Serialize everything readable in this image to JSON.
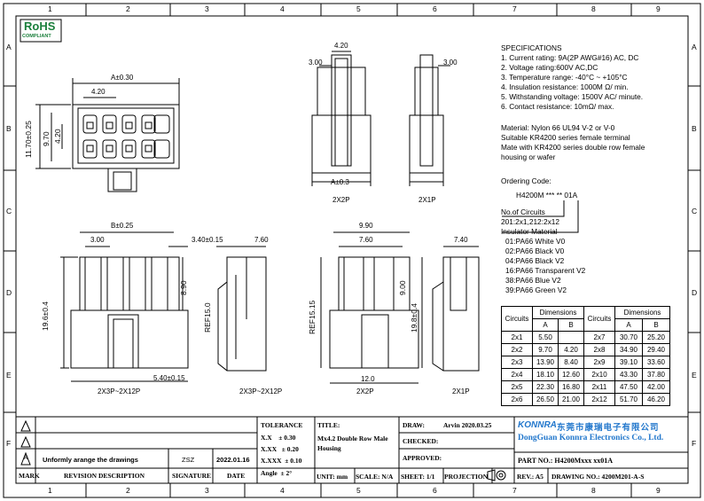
{
  "grid": {
    "cols": [
      "1",
      "2",
      "3",
      "4",
      "5",
      "6",
      "7",
      "8",
      "9"
    ],
    "rows": [
      "A",
      "B",
      "C",
      "D",
      "E",
      "F"
    ]
  },
  "rohs": {
    "title": "RoHS",
    "sub": "COMPLIANT"
  },
  "dims": {
    "a030": "A±0.30",
    "d420a": "4.20",
    "d1170": "11.70±0.25",
    "d970": "9.70",
    "d420b": "4.20",
    "d420top": "4.20",
    "d300a": "3.00",
    "d300b": "3.00",
    "a03": "A±0.3",
    "v2x2p": "2X2P",
    "v2x1p": "2X1P",
    "b025": "B±0.25",
    "d300c": "3.00",
    "d340": "3.40±0.15",
    "d760a": "7.60",
    "d990": "9.90",
    "d760b": "7.60",
    "d740": "7.40",
    "d890": "8.90",
    "d196a": "19.6±0.4",
    "ref150": "REF15.0",
    "ref1515": "REF15.15",
    "d900": "9.00",
    "d198": "19.8±0.4",
    "d540": "5.40±0.15",
    "d120": "12.0",
    "lbl2x3p_a": "2X3P~2X12P",
    "lbl2x3p_b": "2X3P~2X12P",
    "lbl2x2p": "2X2P",
    "lbl2x1p": "2X1P"
  },
  "spec": {
    "title": "SPECIFICATIONS",
    "lines": [
      "1. Current rating: 9A(2P AWG#16) AC, DC",
      "2. Voltage rating:600V AC,DC",
      "3. Temperature range: -40°C ~ +105°C",
      "4. Insulation resistance: 1000M Ω/ min.",
      "5. Withstanding voltage: 1500V AC/ minute.",
      "6. Contact resistance: 10mΩ/ max."
    ],
    "material": [
      "Material: Nylon 66 UL94 V-2 or V-0",
      "Suitable KR4200 series female terminal",
      "Mate with KR4200 series double row female",
      "housing or wafer"
    ],
    "ordering_title": "Ordering Code:",
    "code": "H4200M *** ** 01A",
    "circuits_title": "No.of Circuits",
    "circuits_desc": "201:2x1,212:2x12",
    "insulator_title": "Insulator Material",
    "materials": [
      "01:PA66 White V0",
      "02:PA66 Black V0",
      "04:PA66 Black V2",
      "16:PA66 Transparent V2",
      "38:PA66 Blue V2",
      "39:PA66 Green V2"
    ]
  },
  "dim_table": {
    "h_circuits": "Circuits",
    "h_dimensions": "Dimensions",
    "h_a": "A",
    "h_b": "B",
    "rows": [
      [
        "2x1",
        "5.50",
        "",
        "2x7",
        "30.70",
        "25.20"
      ],
      [
        "2x2",
        "9.70",
        "4.20",
        "2x8",
        "34.90",
        "29.40"
      ],
      [
        "2x3",
        "13.90",
        "8.40",
        "2x9",
        "39.10",
        "33.60"
      ],
      [
        "2x4",
        "18.10",
        "12.60",
        "2x10",
        "43.30",
        "37.80"
      ],
      [
        "2x5",
        "22.30",
        "16.80",
        "2x11",
        "47.50",
        "42.00"
      ],
      [
        "2x6",
        "26.50",
        "21.00",
        "2x12",
        "51.70",
        "46.20"
      ]
    ]
  },
  "title_block": {
    "rev_mark": "A",
    "rev_desc": "Unformly arange the drawings",
    "rev_sig": "ZSZ",
    "rev_date": "2022.01.16",
    "h_mark": "MARK",
    "h_rev": "REVISION DESCRIPTION",
    "h_sig": "SIGNATURE",
    "h_date": "DATE",
    "tol_title": "TOLERANCE",
    "tol1": "X.X    ± 0.30",
    "tol2": "X.XX   ± 0.20",
    "tol3": "X.XXX  ± 0.10",
    "tol4": "Angle  ± 2°",
    "title_lbl": "TITLE:",
    "title_val": "Mx4.2 Double Row Male Housing",
    "unit": "UNIT: mm",
    "scale": "SCALE: N/A",
    "draw_lbl": "DRAW:",
    "draw_val": "Arvin 2020.03.25",
    "checked": "CHECKED:",
    "approved": "APPROVED:",
    "sheet": "SHEET: 1/1",
    "projection": "PROJECTION",
    "company_brand": "KONNRA",
    "company_cn": "东莞市康瑞电子有限公司",
    "company_en": "DongGuan Konnra Electronics Co., Ltd.",
    "part_no": "PART NO.: H4200Mxxx xx01A",
    "rev": "REV.: A5",
    "drawing_no": "DRAWING NO.: 4200M201-A-S"
  }
}
